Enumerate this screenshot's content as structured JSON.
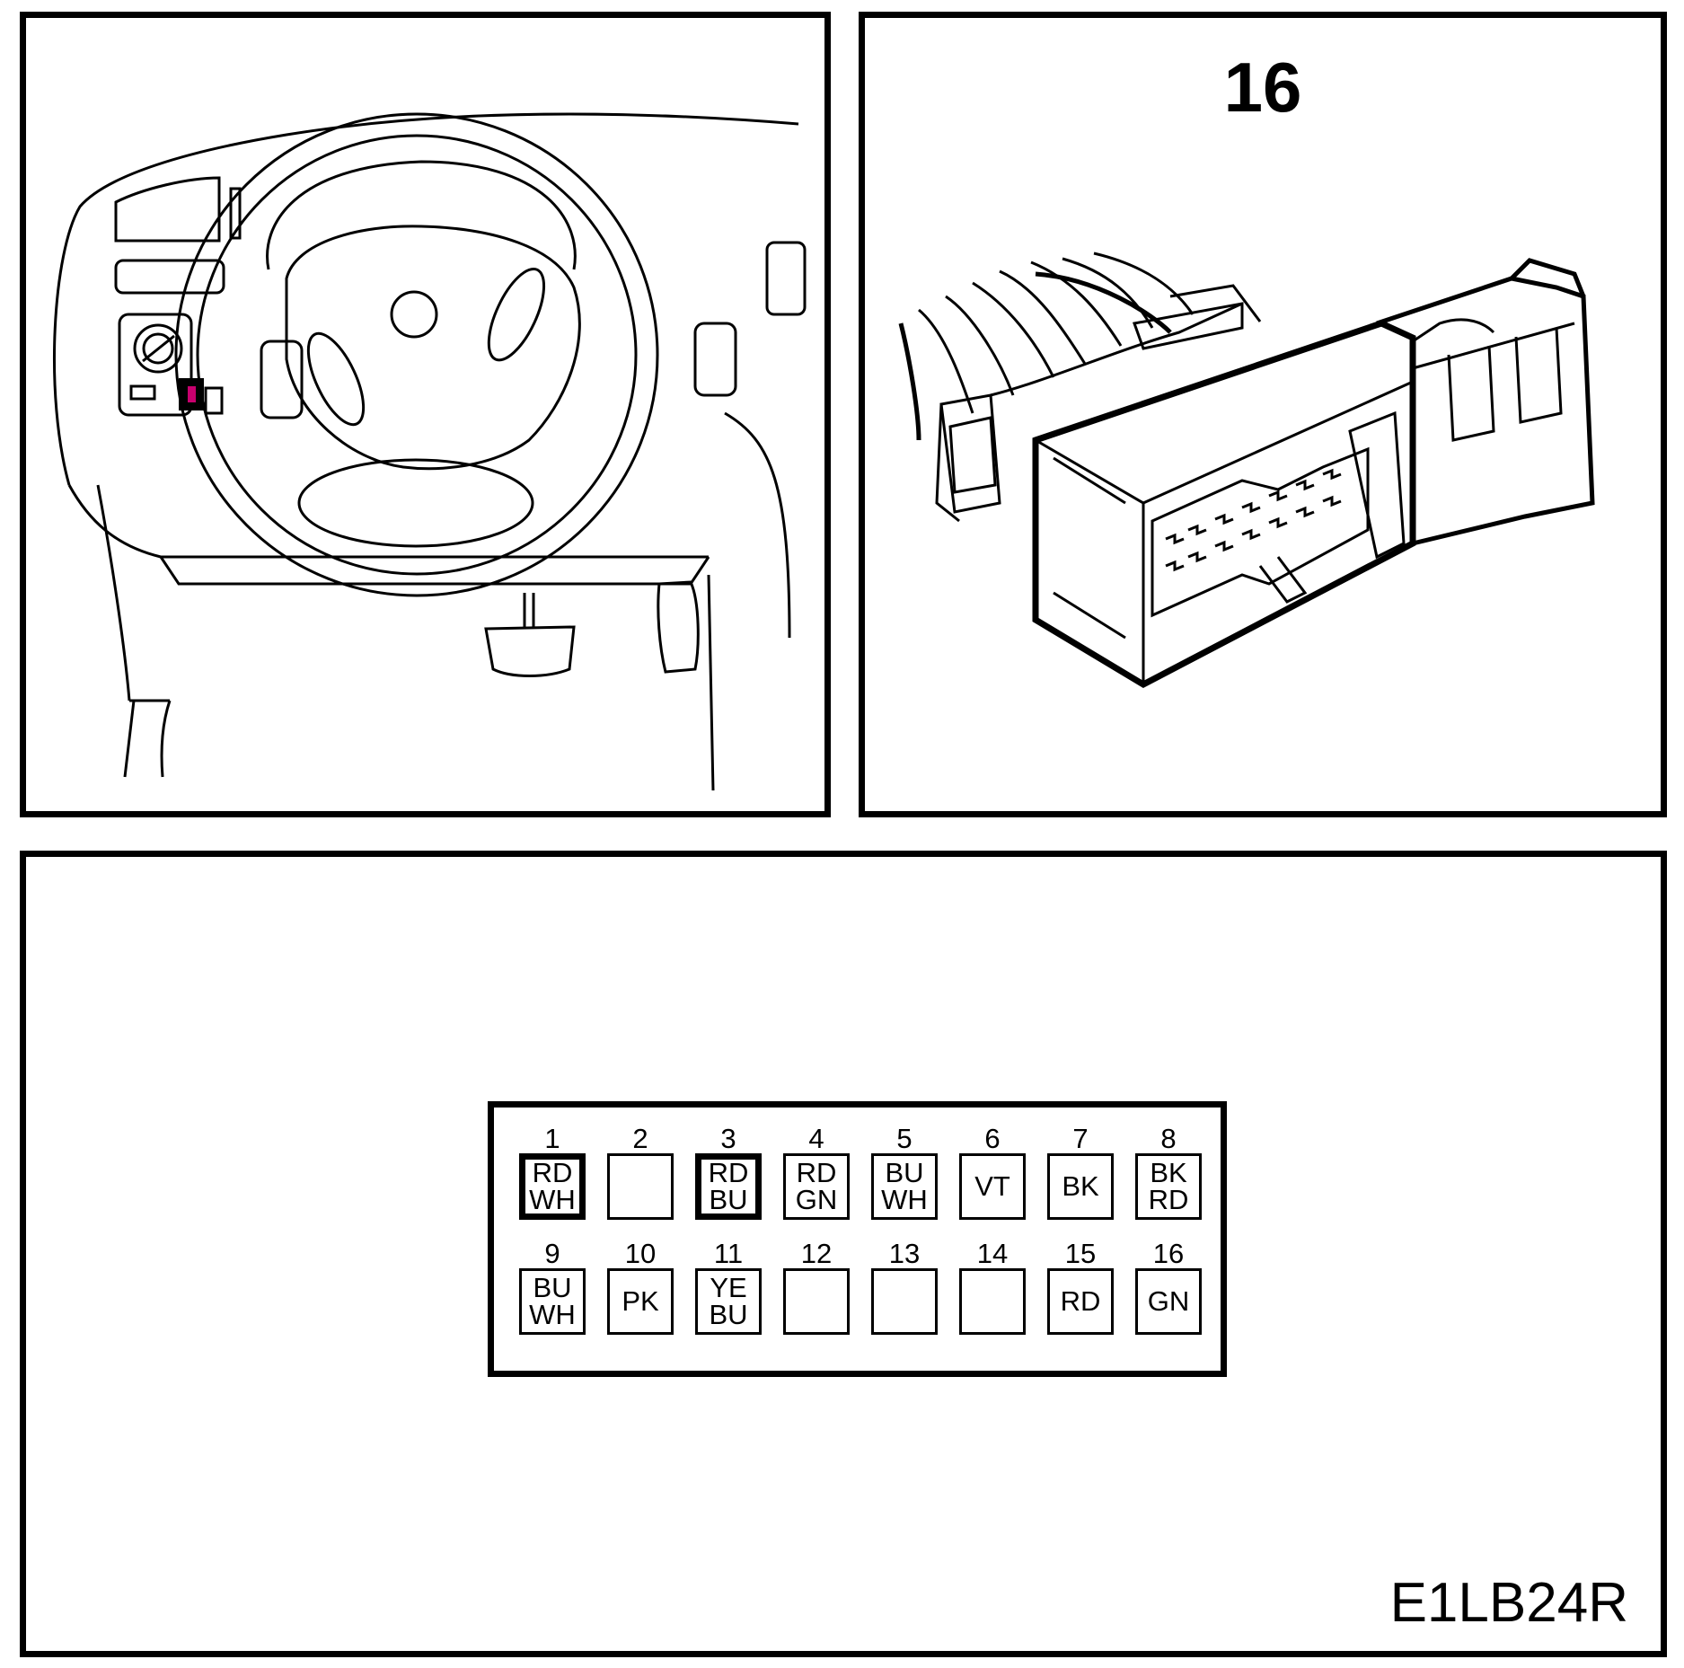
{
  "connector": {
    "pin_count_label": "16",
    "pins_top": [
      {
        "num": "1",
        "c1": "RD",
        "c2": "WH",
        "highlight": true
      },
      {
        "num": "2",
        "c1": "",
        "c2": "",
        "highlight": false
      },
      {
        "num": "3",
        "c1": "RD",
        "c2": "BU",
        "highlight": true
      },
      {
        "num": "4",
        "c1": "RD",
        "c2": "GN",
        "highlight": false
      },
      {
        "num": "5",
        "c1": "BU",
        "c2": "WH",
        "highlight": false
      },
      {
        "num": "6",
        "c1": "VT",
        "c2": "",
        "highlight": false
      },
      {
        "num": "7",
        "c1": "BK",
        "c2": "",
        "highlight": false
      },
      {
        "num": "8",
        "c1": "BK",
        "c2": "RD",
        "highlight": false
      }
    ],
    "pins_bottom": [
      {
        "num": "9",
        "c1": "BU",
        "c2": "WH",
        "highlight": false
      },
      {
        "num": "10",
        "c1": "PK",
        "c2": "",
        "highlight": false
      },
      {
        "num": "11",
        "c1": "YE",
        "c2": "BU",
        "highlight": false
      },
      {
        "num": "12",
        "c1": "",
        "c2": "",
        "highlight": false
      },
      {
        "num": "13",
        "c1": "",
        "c2": "",
        "highlight": false
      },
      {
        "num": "14",
        "c1": "",
        "c2": "",
        "highlight": false
      },
      {
        "num": "15",
        "c1": "RD",
        "c2": "",
        "highlight": false
      },
      {
        "num": "16",
        "c1": "GN",
        "c2": "",
        "highlight": false
      }
    ]
  },
  "figure_code": "E1LB24R",
  "colors": {
    "line": "#000000",
    "highlight_marker": "#c8006e",
    "background": "#ffffff"
  }
}
